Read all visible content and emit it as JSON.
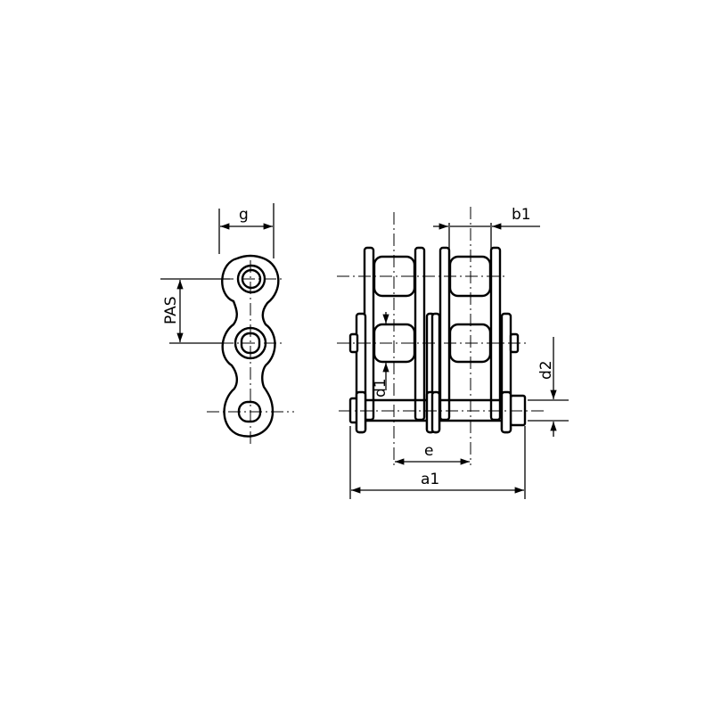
{
  "labels": {
    "g": "g",
    "pitch": "PAS",
    "b1": "b1",
    "d1": "d1",
    "d2": "d2",
    "e": "e",
    "a1": "a1"
  }
}
